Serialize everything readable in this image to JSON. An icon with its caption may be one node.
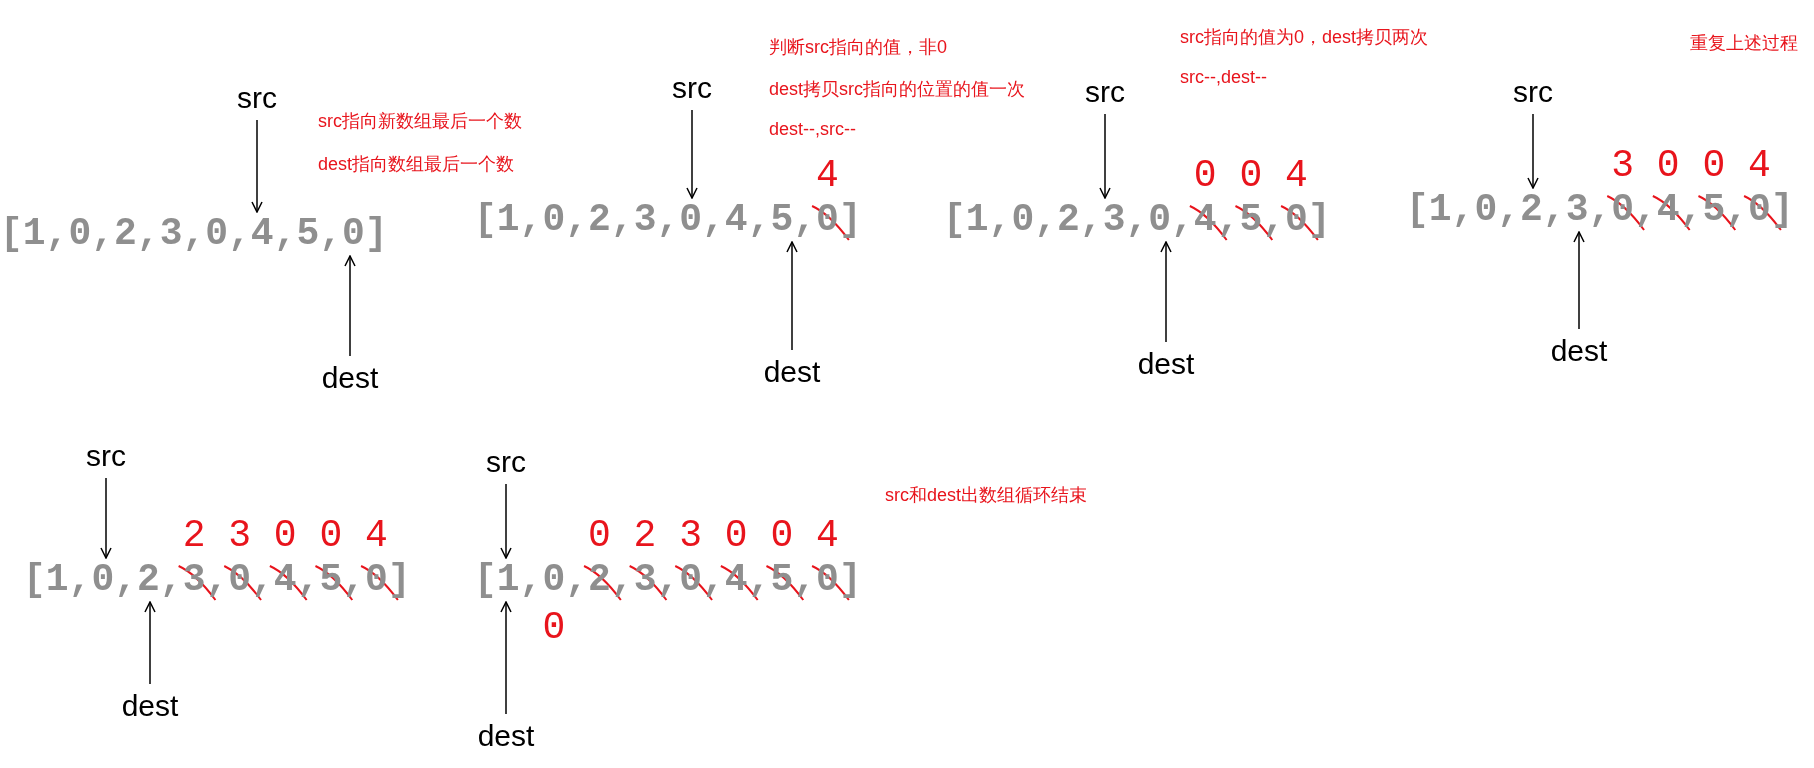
{
  "diagram": {
    "nodes": [
      {
        "text": [
          "src"
        ]
      },
      {
        "text": [
          "[1,0,2,3,0,4,5,0]"
        ]
      },
      {
        "text": [
          "dest"
        ]
      },
      {
        "text": [
          "src"
        ]
      },
      {
        "text": [
          "[1,0,2,3,0,4,5,0]"
        ]
      },
      {
        "text": [
          "dest"
        ]
      },
      {
        "text": [
          "src"
        ]
      },
      {
        "text": [
          "[1,0,2,3,0,4,5,0]"
        ]
      },
      {
        "text": [
          "dest"
        ]
      },
      {
        "text": [
          "src"
        ]
      },
      {
        "text": [
          "[1,0,2,3,0,4,5,0]"
        ]
      },
      {
        "text": [
          "dest"
        ]
      },
      {
        "text": [
          "src"
        ]
      },
      {
        "text": [
          "[1,0,2,3,0,4,5,0]"
        ]
      },
      {
        "text": [
          "dest"
        ]
      },
      {
        "text": [
          "src"
        ]
      },
      {
        "text": [
          "[1,0,2,3,0,4,5,0]"
        ]
      },
      {
        "text": [
          "dest"
        ]
      }
    ],
    "edges": [
      {
        "from": 0,
        "to": 1,
        "arrow": "to"
      },
      {
        "from": 2,
        "to": 1,
        "arrow": "to"
      },
      {
        "from": 3,
        "to": 4,
        "arrow": "to"
      },
      {
        "from": 5,
        "to": 4,
        "arrow": "to"
      },
      {
        "from": 6,
        "to": 7,
        "arrow": "to"
      },
      {
        "from": 8,
        "to": 7,
        "arrow": "to"
      },
      {
        "from": 9,
        "to": 10,
        "arrow": "to"
      },
      {
        "from": 11,
        "to": 10,
        "arrow": "to"
      },
      {
        "from": 12,
        "to": 13,
        "arrow": "to"
      },
      {
        "from": 14,
        "to": 13,
        "arrow": "to"
      },
      {
        "from": 15,
        "to": 16,
        "arrow": "to"
      },
      {
        "from": 17,
        "to": 16,
        "arrow": "to"
      }
    ],
    "labels": [
      "src指向新数组最后一个数",
      "dest指向数组最后一个数",
      "判断src指向的值，非0",
      "dest拷贝src指向的位置的值一次",
      "dest--,src--",
      "4",
      "src指向的值为0，dest拷贝两次",
      "src--,dest--",
      "0 0 4",
      "重复上述过程",
      "3 0 0 4",
      "2 3 0 0 4",
      "0 2 3 0 0 4",
      "0",
      "src和dest出数组循环结束"
    ]
  }
}
